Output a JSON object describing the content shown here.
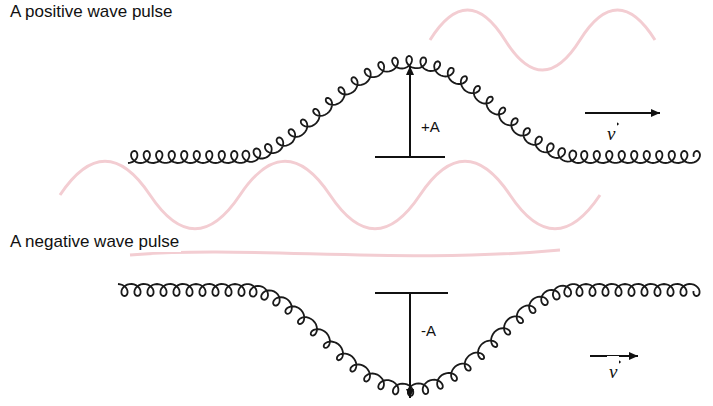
{
  "diagram": {
    "labels": [
      "A positive wave pulse",
      "+A",
      "v",
      "A negative wave pulse",
      "-A",
      "v"
    ]
  }
}
